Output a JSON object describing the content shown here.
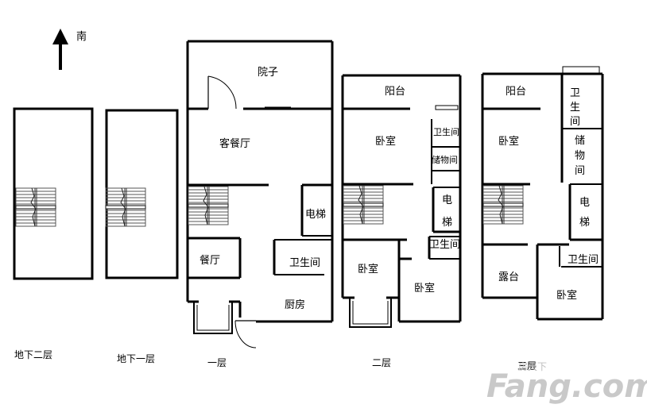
{
  "compass": {
    "label": "南"
  },
  "floors": {
    "b2": "地下二层",
    "b1": "地下一层",
    "f1": "一层",
    "f2": "二层",
    "f3": "三层"
  },
  "rooms": {
    "f1": {
      "yard": "院子",
      "living_dining": "客餐厅",
      "elevator": "电梯",
      "dining": "餐厅",
      "bathroom": "卫生间",
      "kitchen": "厨房"
    },
    "f2": {
      "balcony": "阳台",
      "bedroom_main": "卧室",
      "bath_top": "卫生间",
      "storage": "储物间",
      "elevator_1": "电",
      "elevator_2": "梯",
      "bath_mid": "卫生间",
      "bedroom_left": "卧室",
      "bedroom_right": "卧室"
    },
    "f3": {
      "balcony": "阳台",
      "bedroom_main": "卧室",
      "bath_1": "卫",
      "bath_2": "生",
      "bath_3": "间",
      "storage_1": "储",
      "storage_2": "物",
      "storage_3": "间",
      "elevator_1": "电",
      "elevator_2": "梯",
      "terrace": "露台",
      "bath_bottom": "卫生间",
      "bedroom_bottom": "卧室"
    }
  },
  "watermark": {
    "brand": "Fang.com",
    "sub": "房天下"
  },
  "colors": {
    "wall": "#000000",
    "stair": "#555555",
    "watermark": "#c9c9c9"
  }
}
